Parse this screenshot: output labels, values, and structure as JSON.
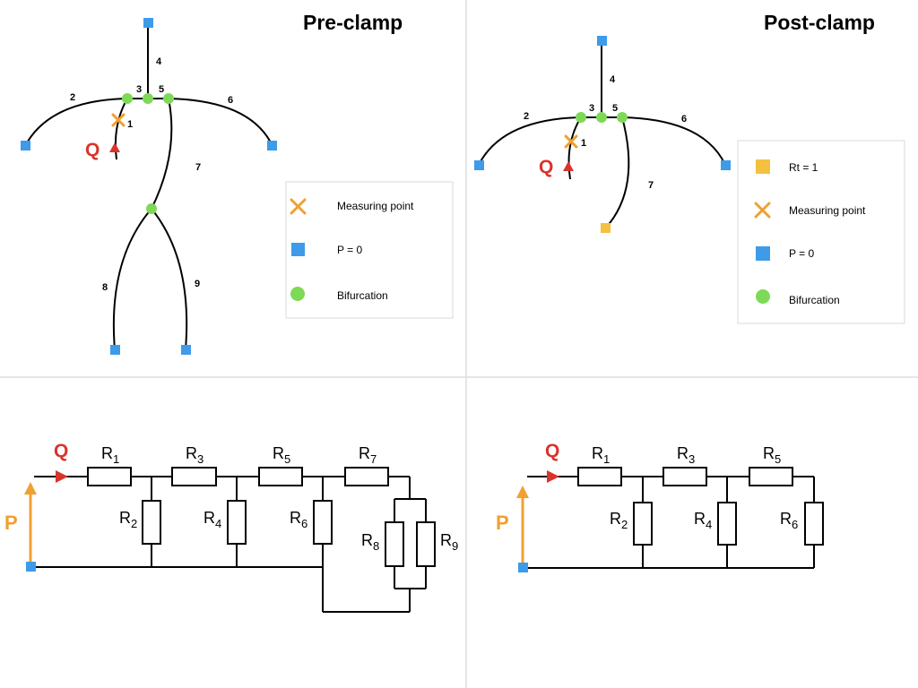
{
  "colors": {
    "terminal": "#3d9be9",
    "bifurcation": "#7ed957",
    "measuring": "#f0a030",
    "flow": "#d9342b",
    "pressure": "#f0a030",
    "rt": "#f4c040",
    "grid": "#dddddd",
    "legend_border": "#d8d8d8"
  },
  "pre": {
    "title": "Pre-clamp",
    "segments": [
      "1",
      "2",
      "3",
      "4",
      "5",
      "6",
      "7",
      "8",
      "9"
    ],
    "flow_label": "Q",
    "legend": [
      {
        "icon": "cross-icon",
        "label": "Measuring point"
      },
      {
        "icon": "blue-square-icon",
        "label": "P = 0"
      },
      {
        "icon": "green-circle-icon",
        "label": "Bifurcation"
      }
    ]
  },
  "post": {
    "title": "Post-clamp",
    "segments": [
      "1",
      "2",
      "3",
      "4",
      "5",
      "6",
      "7"
    ],
    "flow_label": "Q",
    "legend": [
      {
        "icon": "yellow-square-icon",
        "label": "Rt = 1"
      },
      {
        "icon": "cross-icon",
        "label": "Measuring point"
      },
      {
        "icon": "blue-square-icon",
        "label": "P = 0"
      },
      {
        "icon": "green-circle-icon",
        "label": "Bifurcation"
      }
    ]
  },
  "circuit_pre": {
    "flow_label": "Q",
    "pressure_label": "P",
    "resistors": [
      "1",
      "2",
      "3",
      "4",
      "5",
      "6",
      "7",
      "8",
      "9"
    ],
    "resistor_letter": "R"
  },
  "circuit_post": {
    "flow_label": "Q",
    "pressure_label": "P",
    "resistors": [
      "1",
      "2",
      "3",
      "4",
      "5",
      "6"
    ],
    "resistor_letter": "R"
  }
}
